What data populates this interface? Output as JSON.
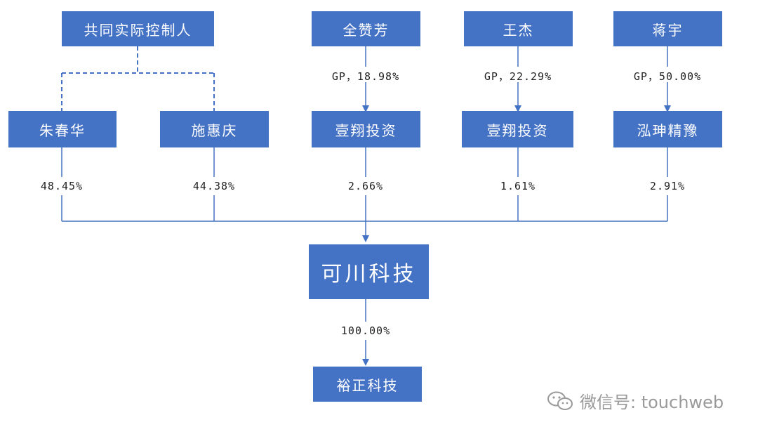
{
  "colors": {
    "box": "#4472c4",
    "line": "#4472c4",
    "text": "#222222"
  },
  "nodes": {
    "joint_controller": "共同实际控制人",
    "quan_zanfang": "全赞芳",
    "wang_jie": "王杰",
    "jiang_yu": "蒋宇",
    "zhu_chunhua": "朱春华",
    "shi_huiqing": "施惠庆",
    "yixiang_1": "壹翔投资",
    "yixiang_2": "壹翔投资",
    "hongkun": "泓珅精豫",
    "kechuan": "可川科技",
    "yuzheng": "裕正科技"
  },
  "gp_labels": {
    "quan_zanfang": "GP，18.98%",
    "wang_jie": "GP，22.29%",
    "jiang_yu": "GP，50.00%"
  },
  "shareholdings": {
    "zhu_chunhua": "48.45%",
    "shi_huiqing": "44.38%",
    "yixiang_1": "2.66%",
    "yixiang_2": "1.61%",
    "hongkun": "2.91%",
    "kechuan_to_yuzheng": "100.00%"
  },
  "watermark": {
    "icon": "wechat-icon",
    "text": "微信号: touchweb"
  }
}
